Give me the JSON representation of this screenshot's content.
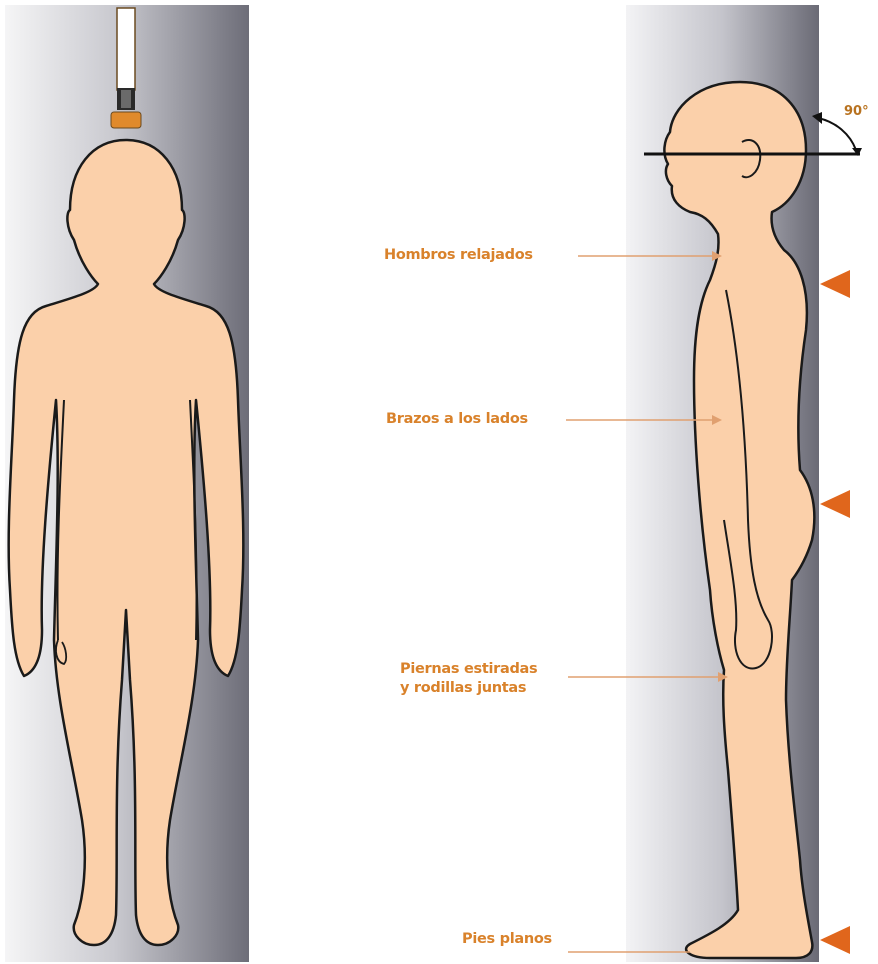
{
  "diagram": {
    "angle_label": "90°",
    "labels": {
      "shoulders": "Hombros relajados",
      "arms": "Brazos a los lados",
      "legs_line1": "Piernas estiradas",
      "legs_line2": "y rodillas juntas",
      "feet": "Pies planos"
    },
    "colors": {
      "skin": "#fbd0aa",
      "outline": "#1a1a1a",
      "accent": "#e0661c",
      "label": "#d9822b"
    }
  }
}
